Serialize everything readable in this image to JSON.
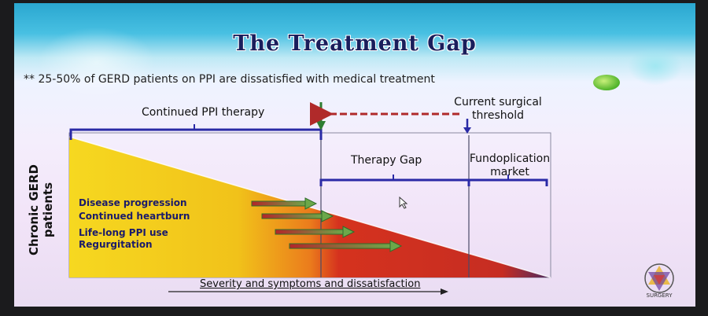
{
  "slide": {
    "title": "The Treatment Gap",
    "subtitle": "** 25-50% of GERD patients on PPI are dissatisfied with medical treatment"
  },
  "diagram": {
    "label_continued_ppi": "Continued PPI therapy",
    "label_surgical_threshold_line1": "Current surgical",
    "label_surgical_threshold_line2": "threshold",
    "label_therapy_gap": "Therapy Gap",
    "label_fundoplication_line1": "Fundoplication",
    "label_fundoplication_line2": "market",
    "y_axis_label": "Chronic GERD patients",
    "x_axis_label": "Severity and symptoms and dissatisfaction",
    "reasons": [
      "Disease progression",
      "Continued heartburn",
      "Life-long PPI use",
      "Regurgitation"
    ]
  },
  "logo": {
    "text": "SURGERY",
    "icon": "surgery-logo-icon"
  },
  "colors": {
    "title": "#1a1e5c",
    "bracket": "#2a2aa6",
    "arrow_green": "#2e7d32",
    "wedge_yellow": "#f3d21c",
    "wedge_red": "#d5321e"
  }
}
